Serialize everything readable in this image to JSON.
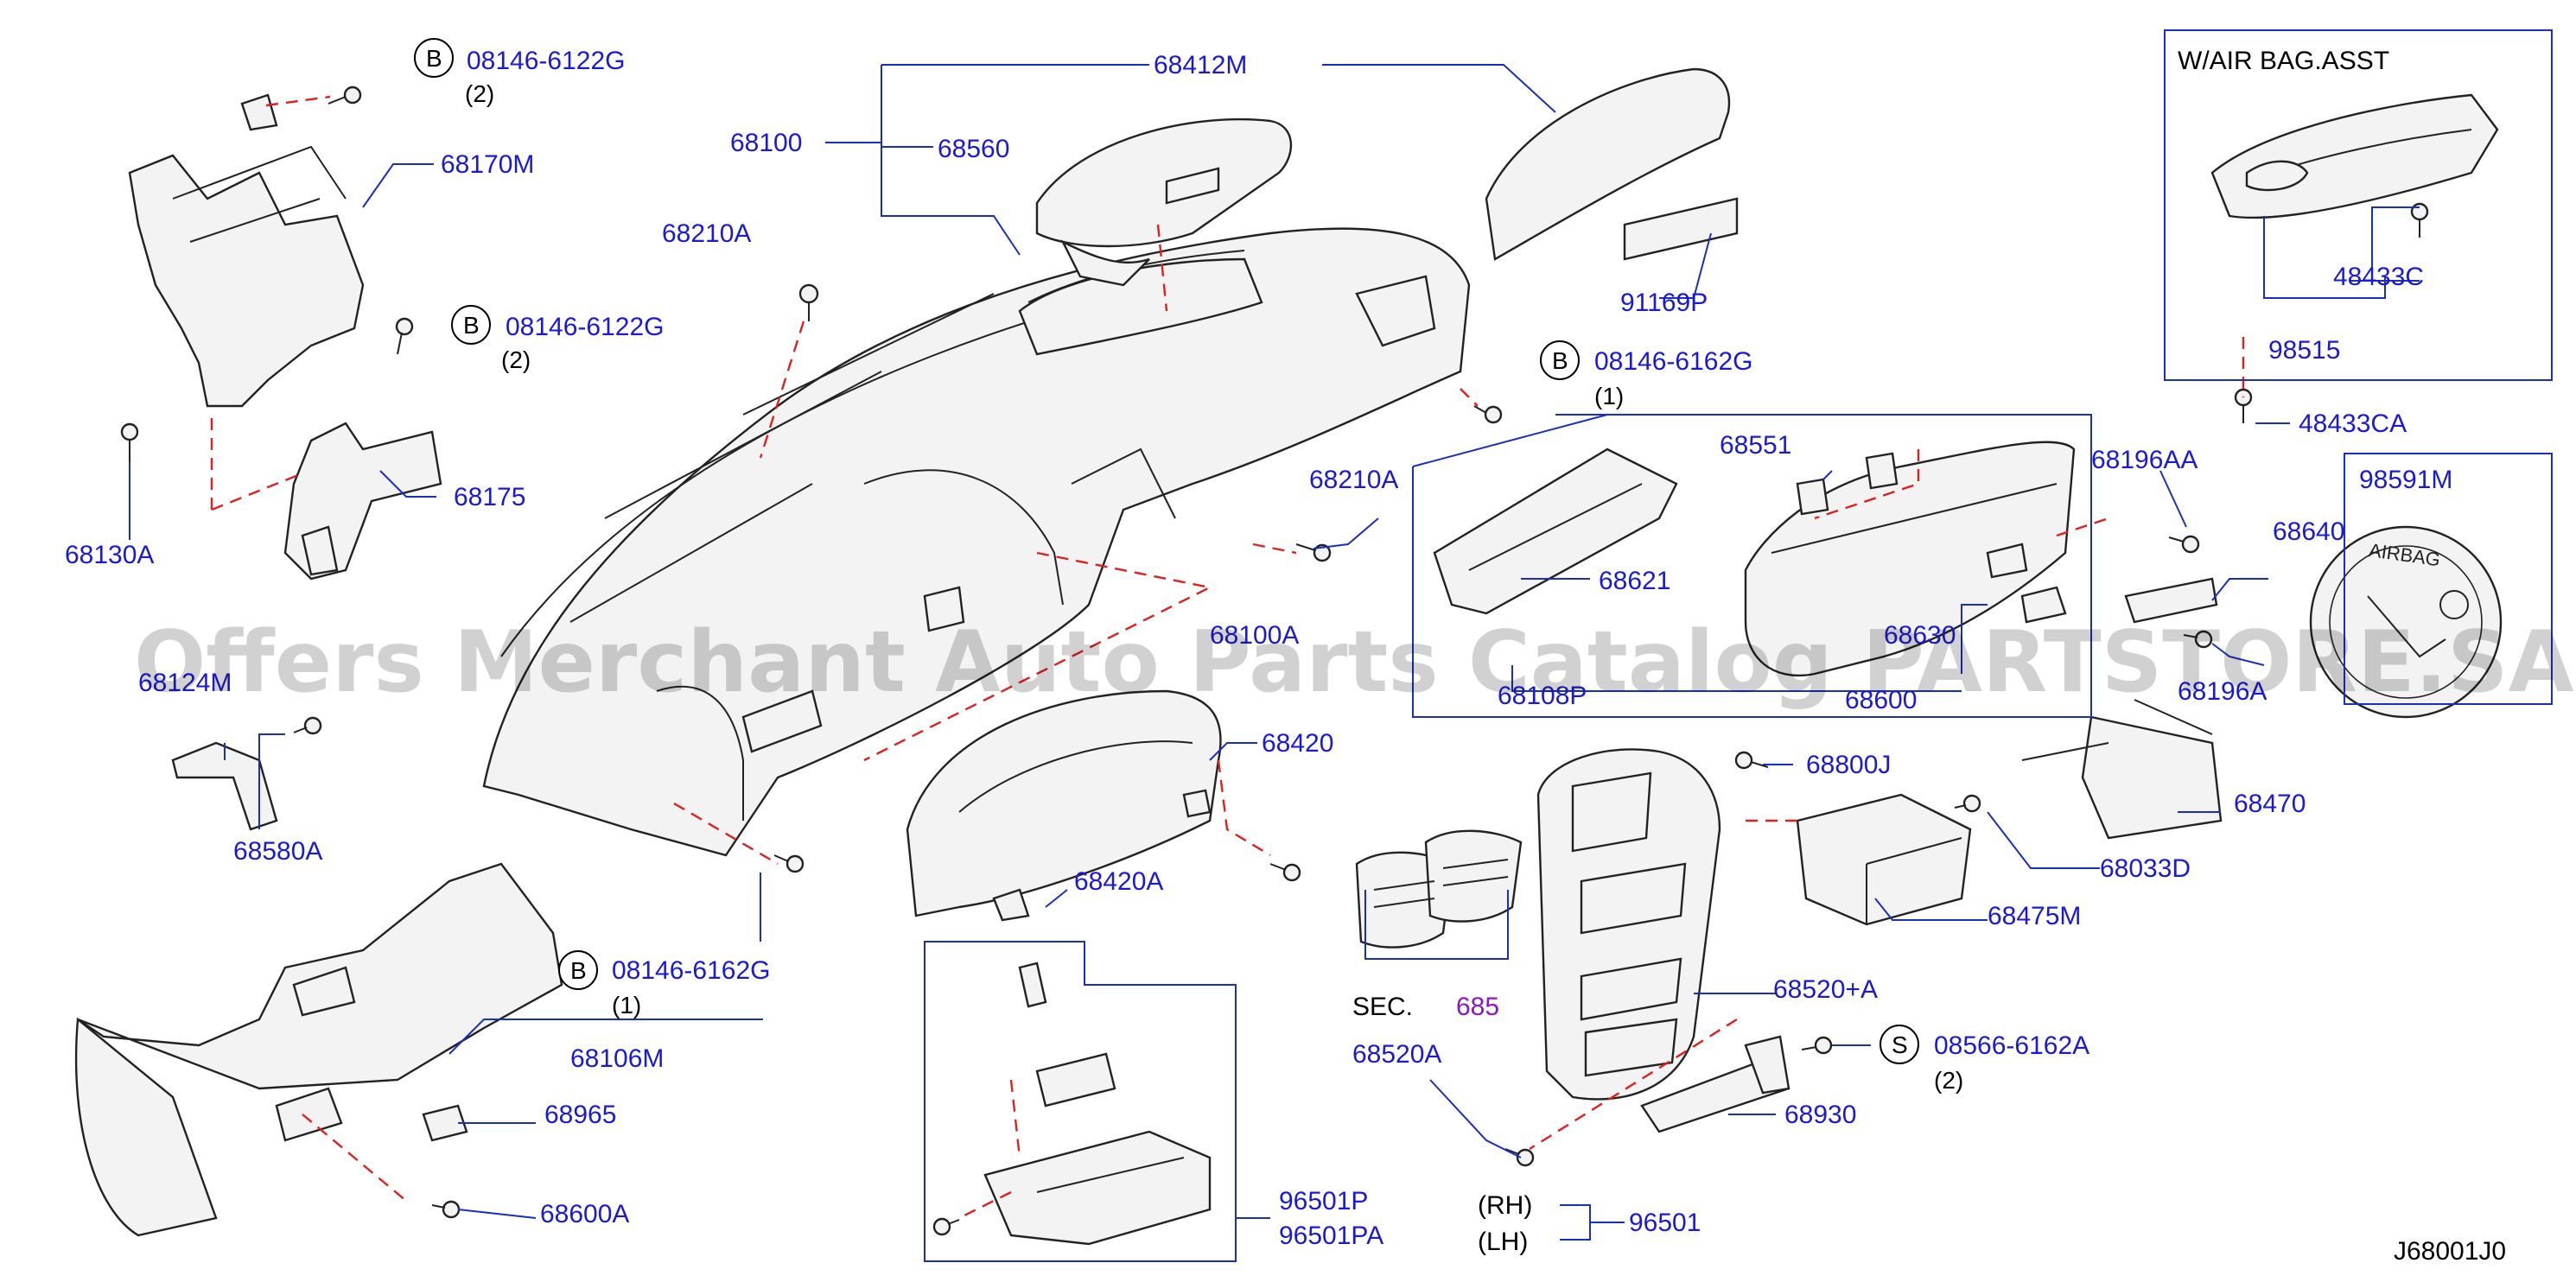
{
  "watermark": "Offers Merchant Auto Parts Catalog PARTSTORE.SA",
  "diagram_code": "J68001J0",
  "airbag_box_title": "W/AIR   BAG.ASST",
  "section_ref": {
    "prefix": "SEC.",
    "number": "685"
  },
  "side_labels": {
    "rh": "(RH)",
    "lh": "(LH)"
  },
  "fasteners": [
    {
      "letter": "B",
      "part": "08146-6122G",
      "qty": "(2)"
    },
    {
      "letter": "B",
      "part": "08146-6122G",
      "qty": "(2)"
    },
    {
      "letter": "B",
      "part": "08146-6162G",
      "qty": "(1)"
    },
    {
      "letter": "B",
      "part": "08146-6162G",
      "qty": "(1)"
    },
    {
      "letter": "S",
      "part": "08566-6162A",
      "qty": "(2)"
    }
  ],
  "labels": {
    "p68412M": "68412M",
    "p68100": "68100",
    "p68560": "68560",
    "p68170M": "68170M",
    "p68210A_top": "68210A",
    "p68175": "68175",
    "p68130A": "68130A",
    "p91169P": "91169P",
    "p68551": "68551",
    "p68621": "68621",
    "p68210A_mid": "68210A",
    "p68196AA": "68196AA",
    "p68640": "68640",
    "p68196A": "68196A",
    "p68630": "68630",
    "p68108P": "68108P",
    "p68600": "68600",
    "p68100A": "68100A",
    "p68124M": "68124M",
    "p68580A": "68580A",
    "p68420": "68420",
    "p68420A": "68420A",
    "p68800J": "68800J",
    "p68470": "68470",
    "p68033D": "68033D",
    "p68475M": "68475M",
    "p68520plusA": "68520+A",
    "p68520A": "68520A",
    "p68930": "68930",
    "p96501": "96501",
    "p96501P": "96501P",
    "p96501PA": "96501PA",
    "p68106M": "68106M",
    "p68965": "68965",
    "p68600A": "68600A",
    "p48433C": "48433C",
    "p98515": "98515",
    "p48433CA": "48433CA",
    "p98591M": "98591M",
    "airbag_emblem_text": "AIRBAG"
  }
}
